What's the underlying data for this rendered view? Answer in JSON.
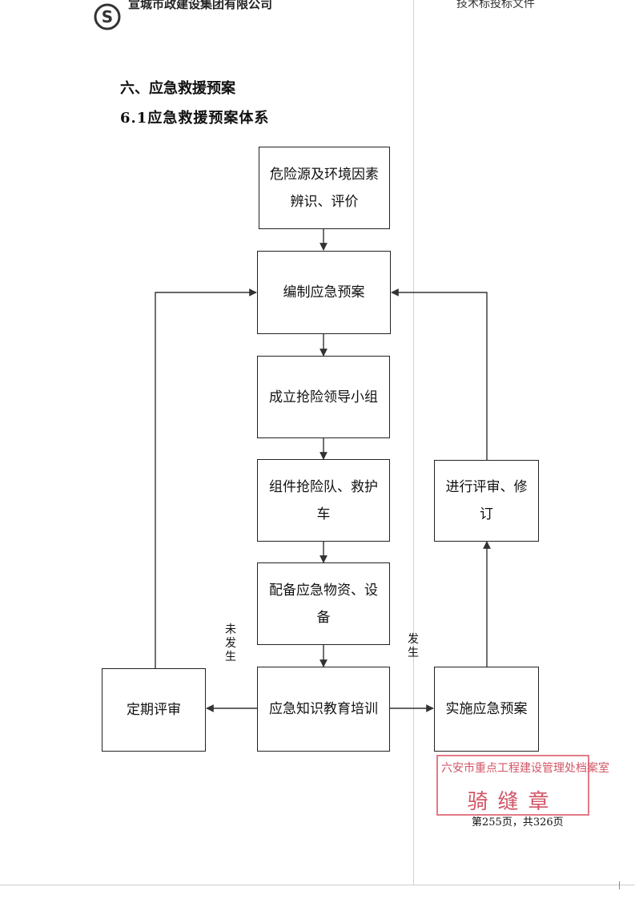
{
  "header": {
    "company": "宣城市政建设集团有限公司",
    "doc_type": "技术标投标文件",
    "logo_icon": "company-logo-icon"
  },
  "section": {
    "title": "六、应急救援预案",
    "subtitle": "6.1应急救援预案体系"
  },
  "flowchart": {
    "identify": "危险源及环境因素辨识、评价",
    "compile": "编制应急预案",
    "team": "成立抢险领导小组",
    "organize": "组件抢险队、救护车",
    "supplies": "配备应急物资、设备",
    "training": "应急知识教育培训",
    "review": "定期评审",
    "implement": "实施应急预案",
    "revise": "进行评审、修订",
    "label_not_occurred": "未发生",
    "label_occurred": "发生"
  },
  "stamp": {
    "line1": "六安市重点工程建设管理处档案室",
    "line2": "骑缝章",
    "color": "#d25566"
  },
  "footer": {
    "page_number": "第255页，共326页"
  }
}
